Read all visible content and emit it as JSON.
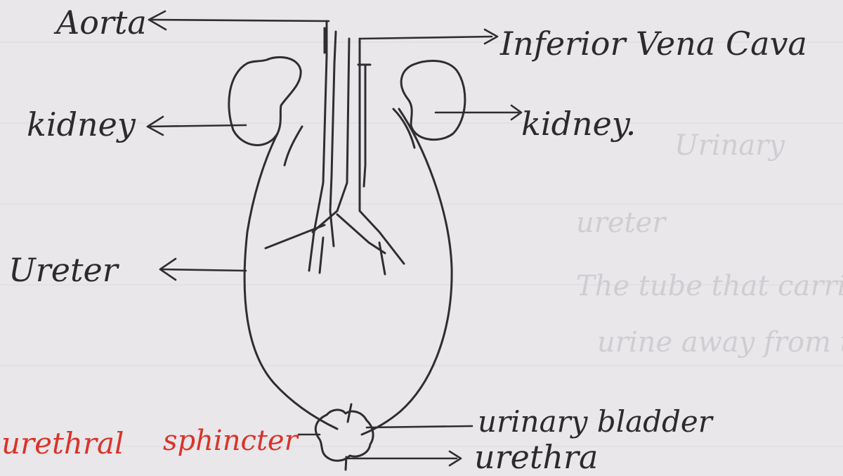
{
  "diagram": {
    "labels": {
      "aorta": "Aorta",
      "inferior_vena_cava": "Inferior Vena Cava",
      "kidney_left": "kidney",
      "kidney_right": "kidney.",
      "ureter": "Ureter",
      "urinary_bladder": "urinary bladder",
      "urethra": "urethra",
      "urethral_sphincter_part1": "urethral",
      "urethral_sphincter_part2": "sphincter"
    },
    "colors": {
      "paper": "#e9e7ea",
      "ink": "#2e2e31",
      "red_ink": "#d9342b"
    }
  }
}
